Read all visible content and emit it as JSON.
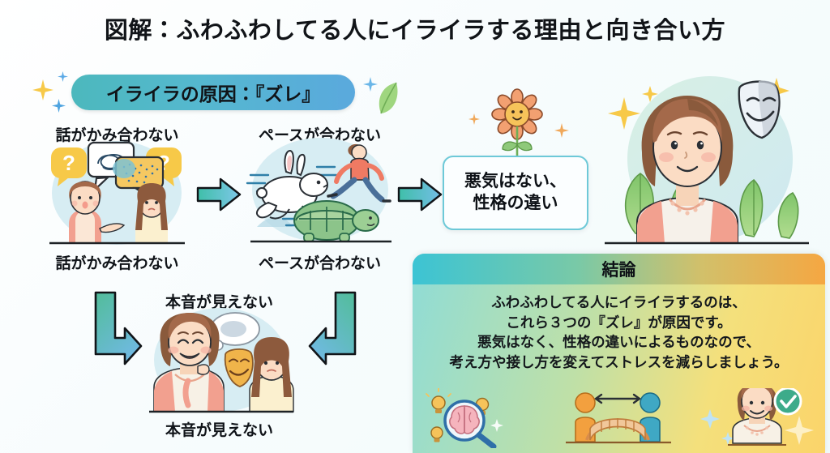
{
  "title": "図解：ふわふわしてる人にイライラする理由と向き合い方",
  "badge": {
    "label": "イライラの原因：『ズレ』"
  },
  "panels": [
    {
      "id": "panel-1",
      "caption_top": "話がかみ合わない",
      "caption_bottom": "話がかみ合わない",
      "icon": "two-women-talking-confused-icon"
    },
    {
      "id": "panel-2",
      "caption_top": "ペースが合わない",
      "caption_bottom": "ペースが合わない",
      "icon": "rabbit-turtle-runner-icon"
    },
    {
      "id": "panel-3",
      "caption_top": "本音が見えない",
      "caption_bottom": "本音が見えない",
      "icon": "woman-smiling-with-mask-icon"
    }
  ],
  "arrows": [
    {
      "name": "arrow-panel1-to-panel2",
      "direction": "right"
    },
    {
      "name": "arrow-panel2-to-callout",
      "direction": "right"
    },
    {
      "name": "arrow-panel1-to-panel3",
      "direction": "down-right-elbow"
    },
    {
      "name": "arrow-panel2-to-panel3",
      "direction": "down-left-elbow"
    }
  ],
  "callout": {
    "line1": "悪気はない、",
    "line2": "性格の違い"
  },
  "hero": {
    "name": "smiling-woman-with-theater-mask-illustration",
    "mask": "theater-mask-icon",
    "leaves": "leaf-icon"
  },
  "flower": {
    "name": "smiling-flower-icon"
  },
  "conclusion": {
    "heading": "結論",
    "lines": [
      "ふわふわしてる人にイライラするのは、",
      "これら３つの『ズレ』が原因です。",
      "悪気はなく、性格の違いによるものなので、",
      "考え方や接し方を変えてストレスを減らしましょう。"
    ],
    "icons": [
      {
        "name": "brain-magnifier-lightbulb-icon",
        "meaning": "understanding"
      },
      {
        "name": "two-people-bridge-icon",
        "meaning": "connection"
      },
      {
        "name": "happy-woman-checkmark-icon",
        "meaning": "resolution"
      }
    ]
  },
  "colors": {
    "badge_start": "#4cb8bd",
    "badge_end": "#5aa9dd",
    "arrow_start": "#3fbfa9",
    "arrow_end": "#69b9e0",
    "callout_border": "#6dc9d8",
    "conclusion_header_start": "#3cc4d4",
    "conclusion_header_end": "#f5a742",
    "sparkle_yellow": "#f7c948",
    "sparkle_blue": "#5aa9e6",
    "panel_circle": "#d7edf3",
    "hero_circle": "#cfeade",
    "text": "#111418"
  }
}
